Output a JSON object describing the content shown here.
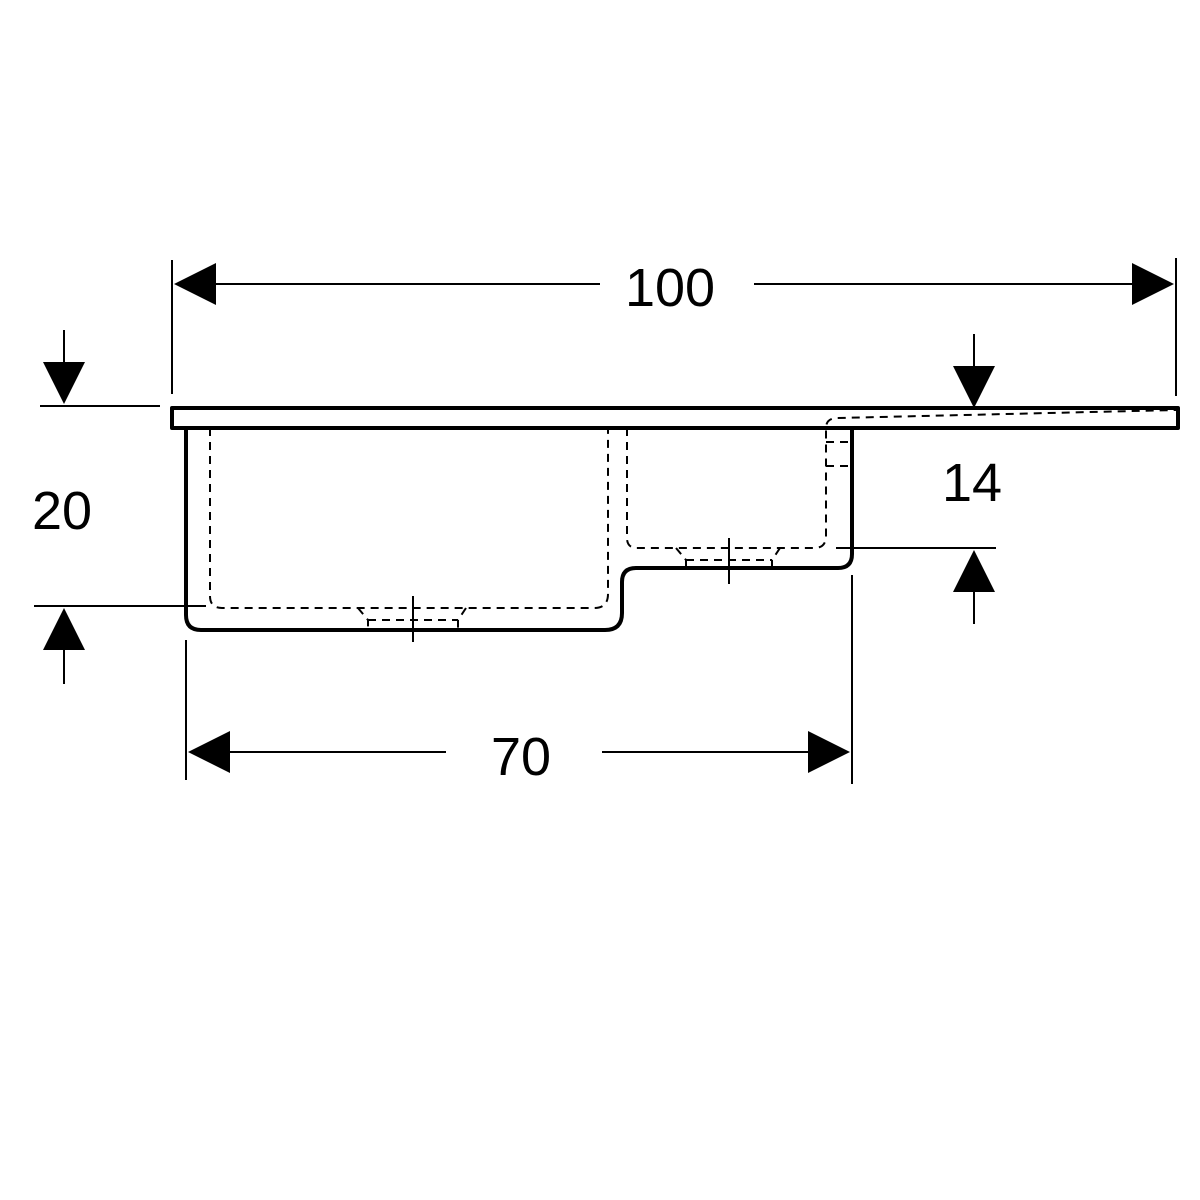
{
  "dimensions": {
    "total_width": "100",
    "bowl_depth": "20",
    "small_bowl_depth": "14",
    "bowl_width": "70"
  },
  "colors": {
    "ink": "#000000",
    "background": "#ffffff"
  }
}
